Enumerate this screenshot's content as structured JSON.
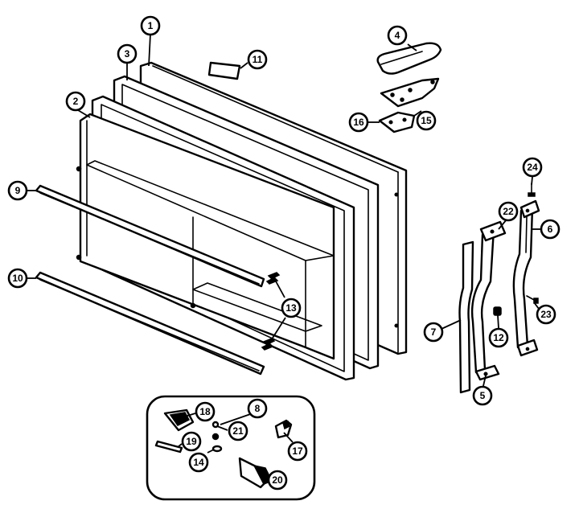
{
  "diagram": {
    "type": "exploded parts diagram",
    "callouts": [
      {
        "id": "c1",
        "label": "1"
      },
      {
        "id": "c2",
        "label": "2"
      },
      {
        "id": "c3",
        "label": "3"
      },
      {
        "id": "c4",
        "label": "4"
      },
      {
        "id": "c5",
        "label": "5"
      },
      {
        "id": "c6",
        "label": "6"
      },
      {
        "id": "c7",
        "label": "7"
      },
      {
        "id": "c8",
        "label": "8"
      },
      {
        "id": "c9",
        "label": "9"
      },
      {
        "id": "c10",
        "label": "10"
      },
      {
        "id": "c11",
        "label": "11"
      },
      {
        "id": "c12",
        "label": "12"
      },
      {
        "id": "c13",
        "label": "13"
      },
      {
        "id": "c14",
        "label": "14"
      },
      {
        "id": "c15",
        "label": "15"
      },
      {
        "id": "c16",
        "label": "16"
      },
      {
        "id": "c17",
        "label": "17"
      },
      {
        "id": "c18",
        "label": "18"
      },
      {
        "id": "c19",
        "label": "19"
      },
      {
        "id": "c20",
        "label": "20"
      },
      {
        "id": "c21",
        "label": "21"
      },
      {
        "id": "c22",
        "label": "22"
      },
      {
        "id": "c23",
        "label": "23"
      },
      {
        "id": "c24",
        "label": "24"
      }
    ]
  }
}
